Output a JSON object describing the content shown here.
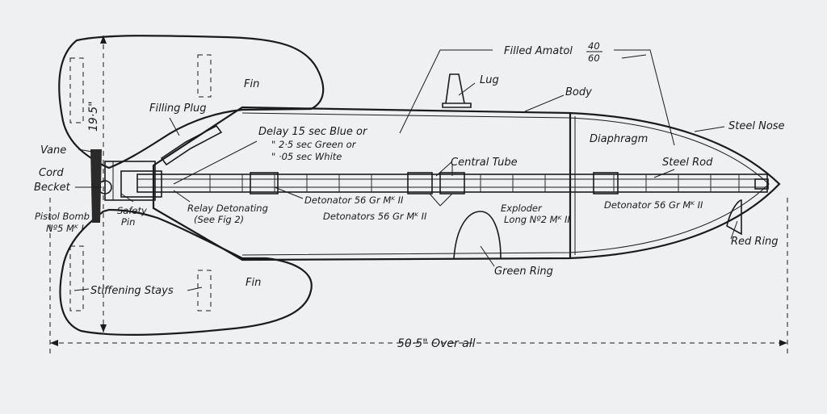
{
  "labels": {
    "filled_amatol": "Filled Amatol",
    "amatol_ratio_top": "40",
    "amatol_ratio_bottom": "60",
    "lug": "Lug",
    "body": "Body",
    "fin_top": "Fin",
    "fin_bottom": "Fin",
    "filling_plug": "Filling Plug",
    "steel_nose": "Steel Nose",
    "diaphragm": "Diaphragm",
    "steel_rod": "Steel Rod",
    "delay_line1": "Delay 15 sec Blue or",
    "delay_line2": "\" 2·5 sec Green or",
    "delay_line3": "\" ·05 sec White",
    "central_tube": "Central Tube",
    "vane": "Vane",
    "cord_becket_1": "Cord",
    "cord_becket_2": "Becket",
    "safety_pin_1": "Safety",
    "safety_pin_2": "Pin",
    "relay_detonating_1": "Relay Detonating",
    "relay_detonating_2": "(See Fig 2)",
    "detonator_1": "Detonator 56 Gr Mᴷ II",
    "detonators": "Detonators 56 Gr Mᴷ II",
    "exploder_1": "Exploder",
    "exploder_2": "Long Nº2 Mᴷ II",
    "detonator_2": "Detonator 56 Gr Mᴷ II",
    "pistol_bomb_1": "Pistol Bomb",
    "pistol_bomb_2": "Nº5 Mᴷ I",
    "red_ring": "Red Ring",
    "green_ring": "Green Ring",
    "stiffening_stays": "Stiffening Stays",
    "height_dim": "19·5\"",
    "overall_dim": "50·5\" Over all"
  }
}
